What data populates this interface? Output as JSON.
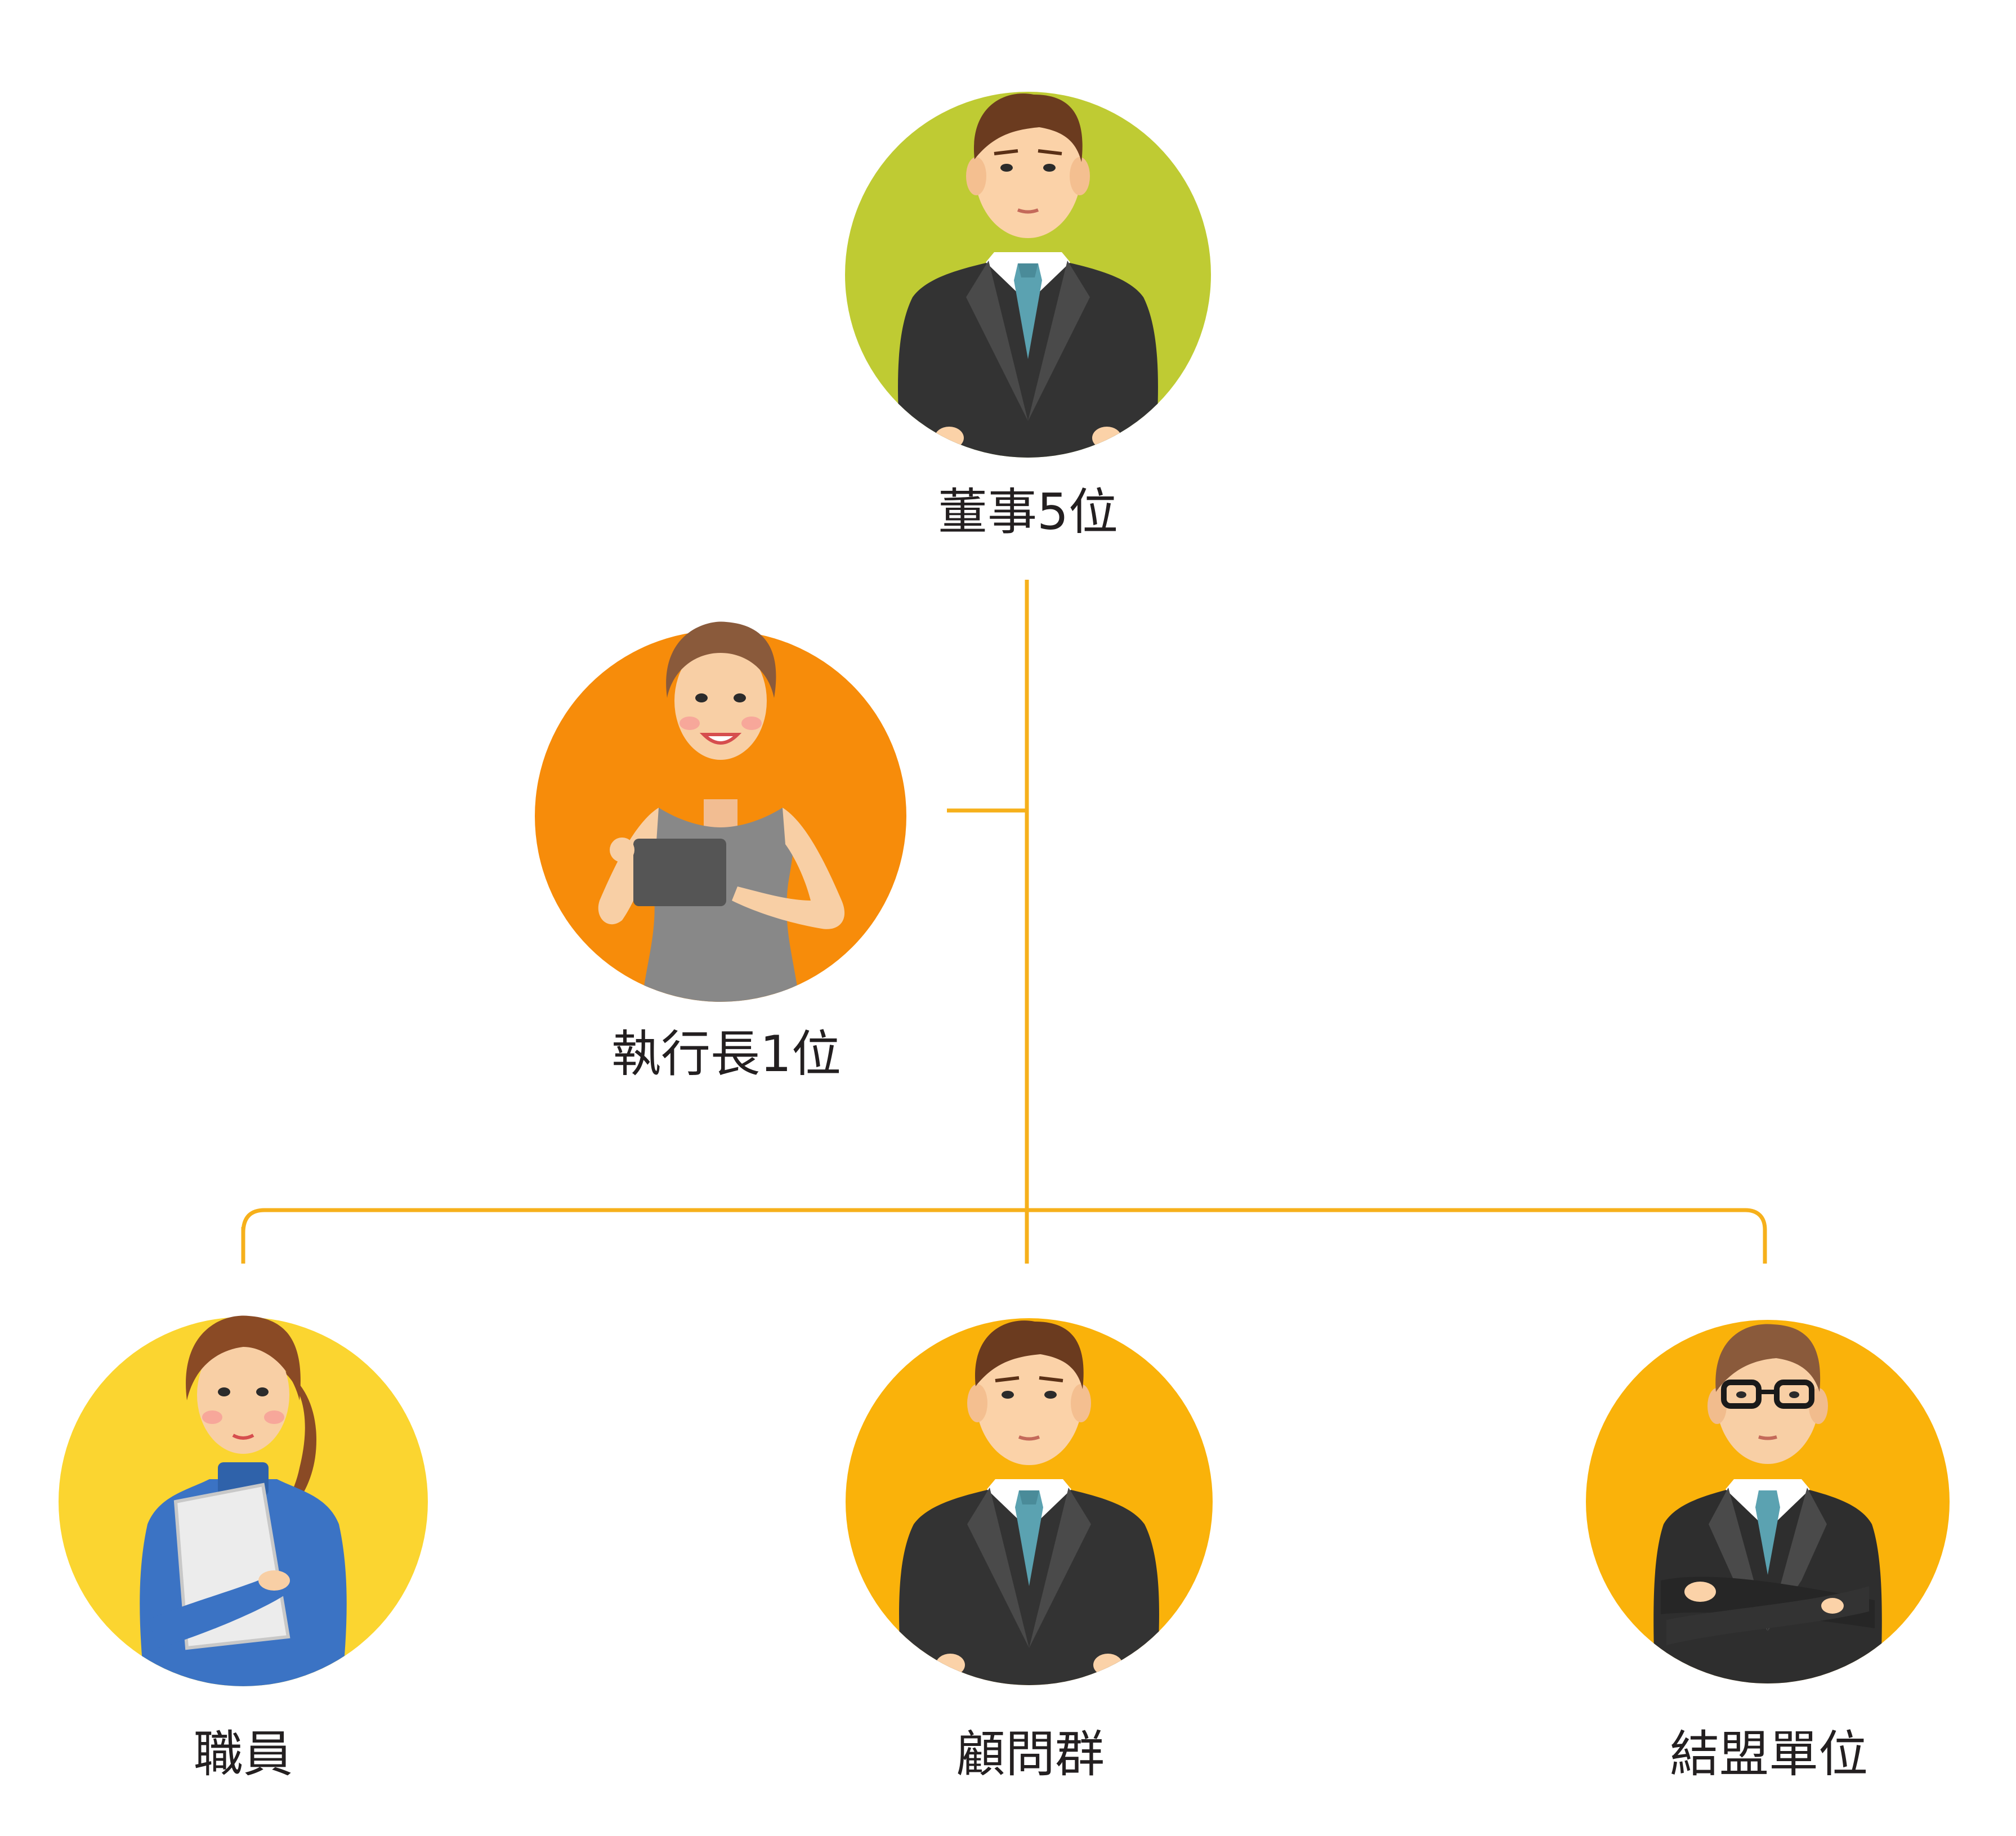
{
  "colors": {
    "connector": "#f6b01b",
    "director_circle": "#bfcb33",
    "ceo_circle": "#f78c0a",
    "staff_circle": "#fbd530",
    "advisor_circle": "#fab20a",
    "alliance_circle": "#fab20a",
    "suit": "#333333",
    "tie": "#5ba2b1",
    "skin": "#fbd2a8"
  },
  "nodes": {
    "board": {
      "label": "董事5位",
      "icon": "businessman-avatar-icon"
    },
    "ceo": {
      "label": "執行長1位",
      "icon": "businesswoman-tablet-avatar-icon"
    },
    "staff": {
      "label": "職員",
      "icon": "woman-holding-folder-avatar-icon"
    },
    "advisors": {
      "label": "顧問群",
      "icon": "businessman-avatar-icon"
    },
    "alliance": {
      "label": "結盟單位",
      "icon": "businessman-glasses-arms-crossed-avatar-icon"
    }
  }
}
